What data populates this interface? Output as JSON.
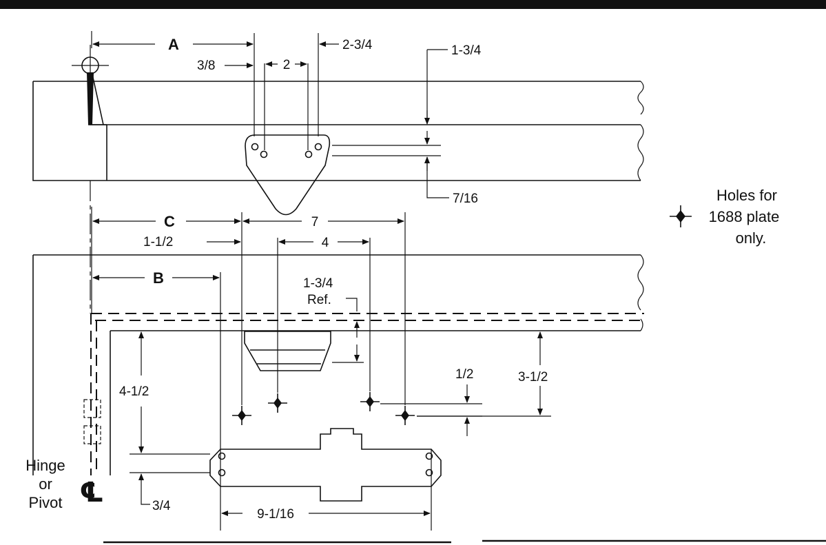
{
  "labels": {
    "A": "A",
    "B": "B",
    "C": "C",
    "d_3_8": "3/8",
    "d_2": "2",
    "d_2_3_4": "2-3/4",
    "d_1_3_4_top": "1-3/4",
    "d_7_16": "7/16",
    "d_7": "7",
    "d_1_1_2": "1-1/2",
    "d_4": "4",
    "d_1_3_4_ref": "1-3/4",
    "ref": "Ref.",
    "d_1_2": "1/2",
    "d_3_1_2": "3-1/2",
    "d_4_1_2": "4-1/2",
    "d_3_4": "3/4",
    "d_9_1_16": "9-1/16"
  },
  "hinge_note": [
    "Hinge",
    "or",
    "Pivot"
  ],
  "centerline_symbol": "℄",
  "holes_note": [
    "Holes for",
    "1688 plate",
    "only."
  ],
  "colors": {
    "ink": "#111111",
    "paper": "#ffffff"
  }
}
